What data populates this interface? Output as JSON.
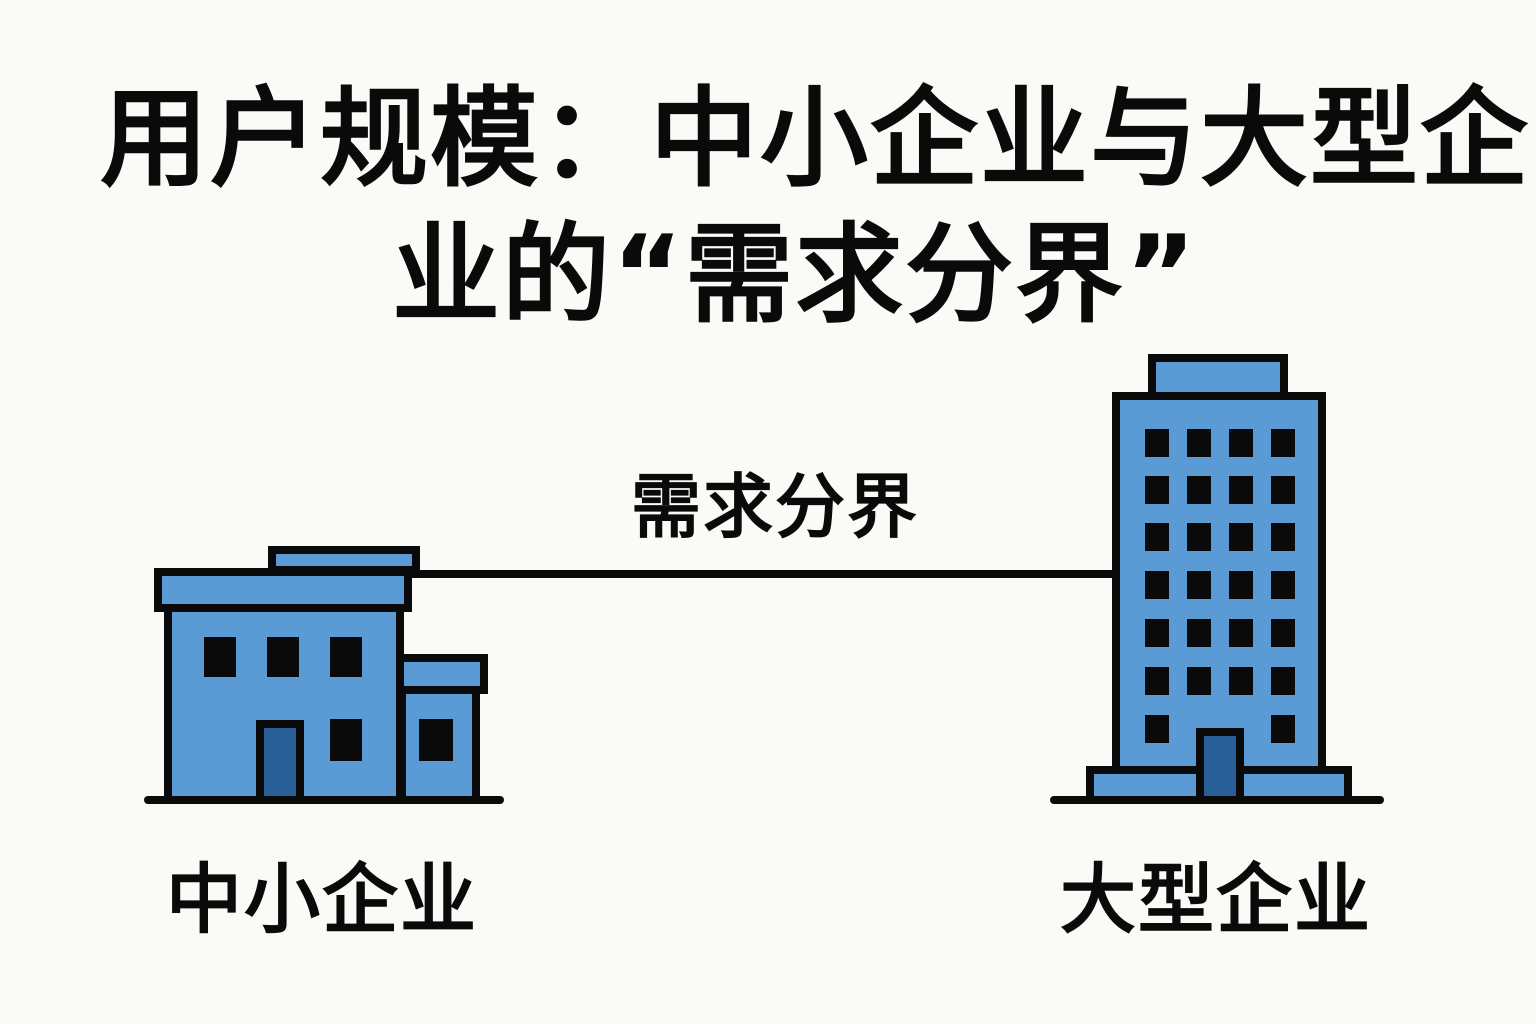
{
  "title": {
    "line1": "用户规模：中小企业与大型企",
    "line2": "业的“需求分界”"
  },
  "divider": {
    "label": "需求分界"
  },
  "buildings": {
    "small": {
      "label": "中小企业",
      "icon": "small-office-building-icon"
    },
    "large": {
      "label": "大型企业",
      "icon": "skyscraper-icon"
    }
  },
  "colors": {
    "background": "#fafaf7",
    "building_fill": "#5b9bd5",
    "door_fill": "#2a5e96",
    "outline": "#0a0a0a"
  }
}
